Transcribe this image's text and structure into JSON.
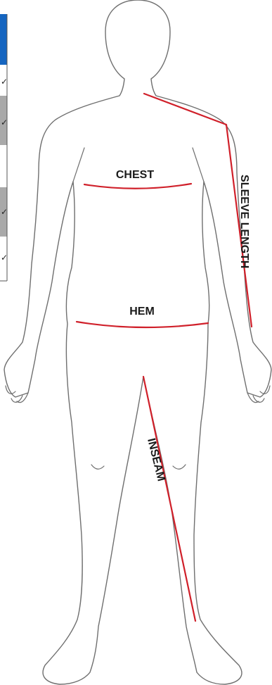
{
  "labels": {
    "chest": "CHEST",
    "sleeve_length": "SLEEVE LENGTH",
    "hem": "HEM",
    "inseam": "INSEAM"
  },
  "colors": {
    "measure_line": "#d0202a",
    "table_header": "#1565c0",
    "table_row_shade": "#a9a9a9"
  },
  "table_rows": [
    {
      "shade": "header",
      "mark": ""
    },
    {
      "shade": "white",
      "mark": "✓"
    },
    {
      "shade": "gray",
      "mark": "✓"
    },
    {
      "shade": "white",
      "mark": ""
    },
    {
      "shade": "gray",
      "mark": "✓"
    },
    {
      "shade": "white",
      "mark": "✓"
    }
  ]
}
